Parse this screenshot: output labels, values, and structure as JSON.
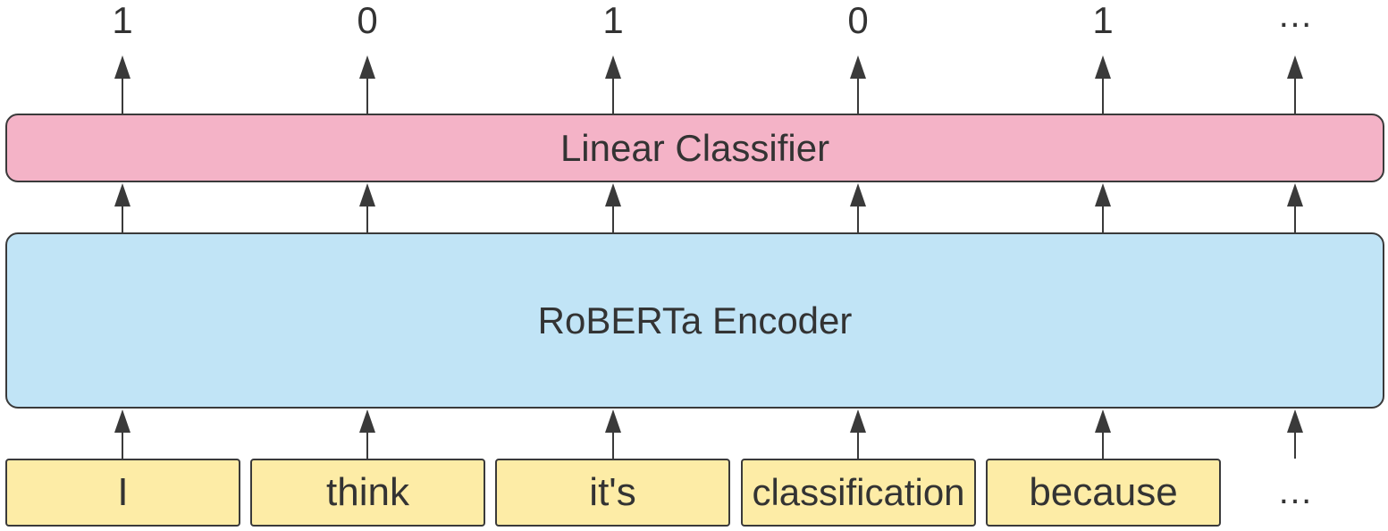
{
  "outputs": [
    "1",
    "0",
    "1",
    "0",
    "1",
    "…"
  ],
  "classifier_label": "Linear Classifier",
  "encoder_label": "RoBERTa Encoder",
  "tokens": [
    "I",
    "think",
    "it's",
    "classification",
    "because",
    "…"
  ],
  "colors": {
    "classifier_fill": "#f4b3c7",
    "encoder_fill": "#c1e4f6",
    "token_fill": "#fdeca6",
    "stroke": "#3a3a3a",
    "text": "#333333"
  }
}
